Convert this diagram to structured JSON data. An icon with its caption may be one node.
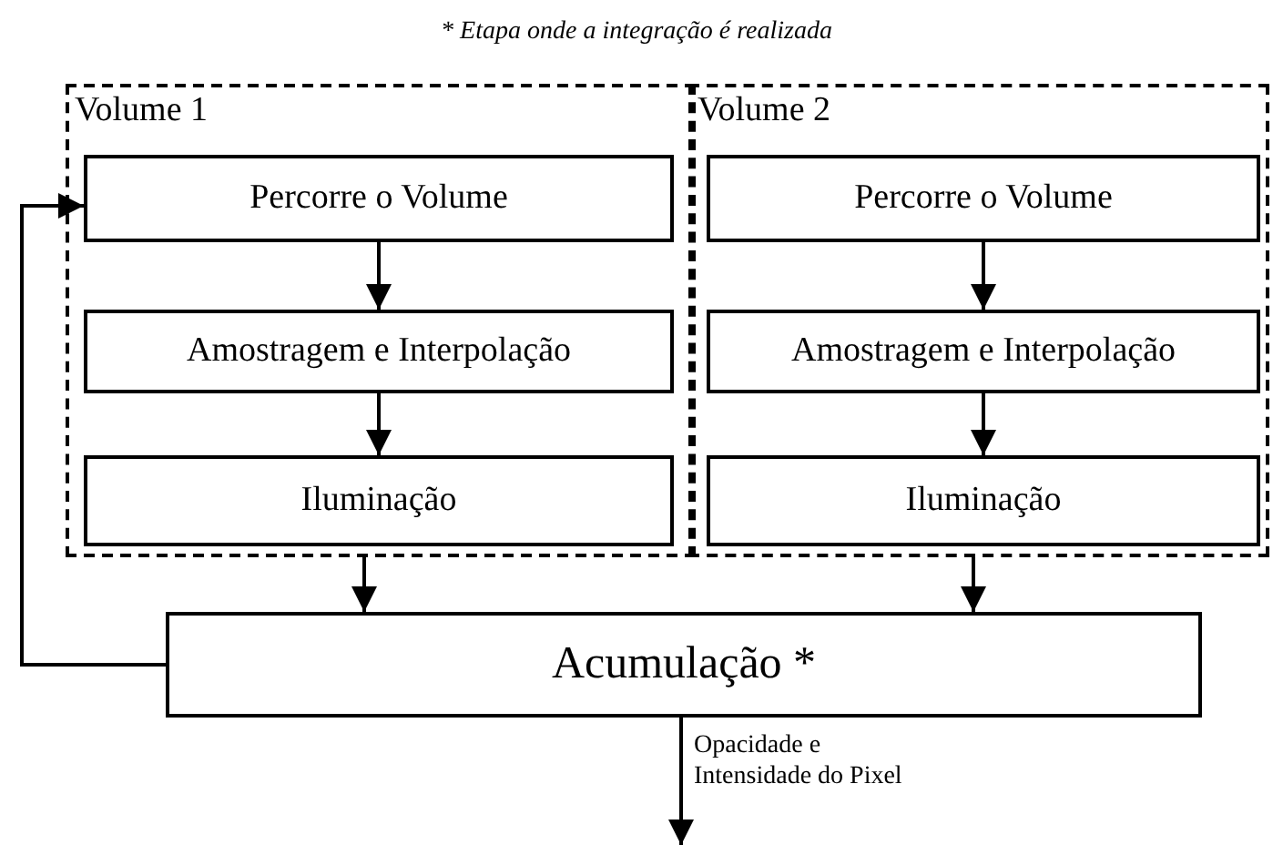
{
  "diagram": {
    "nodes": [
      {
        "text": [
          "Volume 1"
        ]
      },
      {
        "text": [
          "Percorre o Volume"
        ],
        "in": 0
      },
      {
        "text": [
          "Amostragem e Interpolação"
        ],
        "in": 0
      },
      {
        "text": [
          "Iluminação"
        ],
        "in": 0
      },
      {
        "text": [
          "Volume 2"
        ]
      },
      {
        "text": [
          "Percorre o Volume"
        ],
        "in": 4
      },
      {
        "text": [
          "Amostragem e Interpolação"
        ],
        "in": 4
      },
      {
        "text": [
          "Iluminação"
        ],
        "in": 4
      },
      {
        "text": [
          "Acumulação *"
        ]
      }
    ],
    "edges": [
      {
        "from": 1,
        "to": 2,
        "arrow": "to"
      },
      {
        "from": 2,
        "to": 3,
        "arrow": "to"
      },
      {
        "from": 5,
        "to": 6,
        "arrow": "to"
      },
      {
        "from": 6,
        "to": 7,
        "arrow": "to"
      },
      {
        "from": 0,
        "to": 8,
        "arrow": "to"
      },
      {
        "from": 4,
        "to": 8,
        "arrow": "to"
      },
      {
        "from": 8,
        "to": 1,
        "arrow": "to"
      },
      {
        "from": 8,
        "to": null,
        "arrow": "to",
        "label": "Opacidade e Intensidade do Pixel"
      }
    ],
    "labels": [
      "* Etapa onde a integração é realizada"
    ]
  }
}
